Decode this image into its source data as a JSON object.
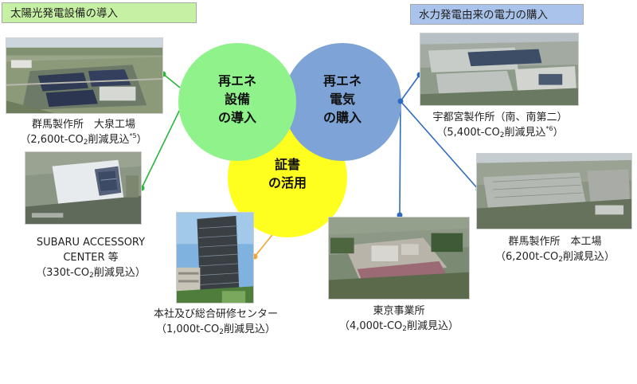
{
  "headers": {
    "solar": "太陽光発電設備の導入",
    "hydro": "水力発電由来の電力の購入"
  },
  "circles": {
    "renewable_equipment": [
      "再エネ",
      "設備",
      "の導入"
    ],
    "renewable_power": [
      "再エネ",
      "電気",
      "の購入"
    ],
    "certificates": [
      "証書",
      "の活用"
    ]
  },
  "sites": {
    "gunma_oizumi": {
      "name": "群馬製作所　大泉工場",
      "prefix": "（2,600t-CO",
      "suffix": "削減見込",
      "note": "*5",
      "close": "）"
    },
    "subaru_accessory": {
      "name1": "SUBARU ACCESSORY",
      "name2": "CENTER 等",
      "prefix": "（330t-CO",
      "suffix": "削減見込）"
    },
    "hq": {
      "name": "本社及び総合研修センター",
      "prefix": "（1,000t-CO",
      "suffix": "削減見込）"
    },
    "tokyo": {
      "name": "東京事業所",
      "prefix": "（4,000t-CO",
      "suffix": "削減見込）"
    },
    "utsunomiya": {
      "name": "宇都宮製作所（南、南第二）",
      "prefix": "（5,400t-CO",
      "suffix": "削減見込",
      "note": "*6",
      "close": "）"
    },
    "gunma_main": {
      "name": "群馬製作所　本工場",
      "prefix": "（6,200t-CO",
      "suffix": "削減見込）"
    }
  },
  "sub_two": "2",
  "colors": {
    "solar_header": "#c6f0a3",
    "hydro_header": "#a9c3ea",
    "circle_green": "#8ff28a",
    "circle_blue": "#7ea3d6",
    "circle_yellow": "#ffff1f",
    "line_green": "#2bb53c",
    "line_blue": "#2e6bbd",
    "line_orange": "#f2a535"
  }
}
